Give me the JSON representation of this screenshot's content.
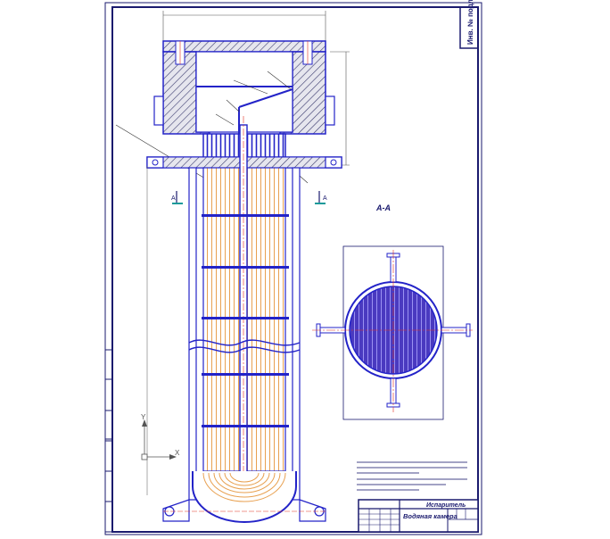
{
  "sheet": {
    "corner_stamp": "Инв. № подл.",
    "section_label": "А-А",
    "cut_marker_left": "А",
    "cut_marker_right": "А",
    "axis_x": "X",
    "axis_y": "Y",
    "title_block": {
      "document_title": "Испаритель",
      "drawing_title": "Водяная камера"
    }
  },
  "colors": {
    "outline": "#2323c8",
    "hatch": "#3a3a6e",
    "tubes": "#e8a050",
    "centerline": "#e03020",
    "frame": "#1a1a6e"
  }
}
